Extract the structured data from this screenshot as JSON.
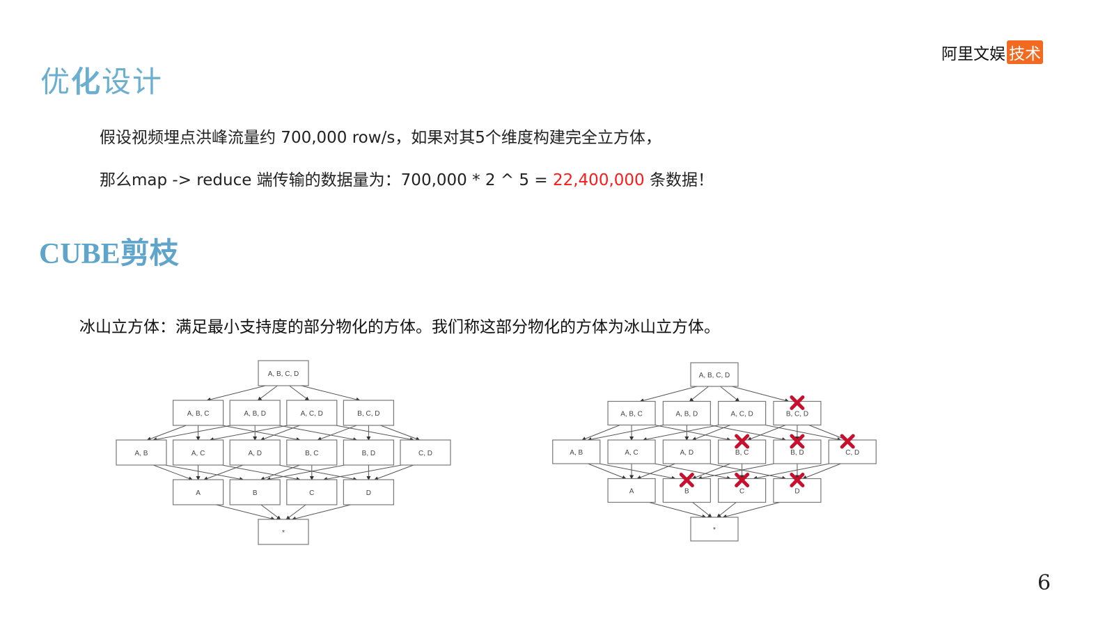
{
  "logo": {
    "text": "阿里文娱",
    "tag": "技术",
    "tag_color": "#f26a21"
  },
  "section1": {
    "title_a": "优",
    "title_b": "化",
    "title_c": "设计",
    "line1": "假设视频埋点洪峰流量约 700,000 row/s，如果对其5个维度构建完全立方体，",
    "line2_prefix": "那么map -> reduce 端传输的数据量为：700,000 * 2 ^ 5 = ",
    "line2_highlight": "22,400,000",
    "line2_suffix": " 条数据！",
    "highlight_color": "#ff1a1a"
  },
  "section2": {
    "title": "CUBE剪枝",
    "description": "冰山立方体：满足最小支持度的部分物化的方体。我们称这部分物化的方体为冰山立方体。"
  },
  "lattice": {
    "levels": [
      [
        "A, B, C, D"
      ],
      [
        "A, B, C",
        "A, B, D",
        "A, C, D",
        "B, C, D"
      ],
      [
        "A, B",
        "A, C",
        "A, D",
        "B, C",
        "B, D",
        "C, D"
      ],
      [
        "A",
        "B",
        "C",
        "D"
      ],
      [
        "*"
      ]
    ],
    "pruned_in_right_diagram": [
      "B, C, D",
      "B, C",
      "B, D",
      "C, D",
      "B",
      "C",
      "D"
    ],
    "prune_mark_color": "#c8102e"
  },
  "page_number": "6"
}
